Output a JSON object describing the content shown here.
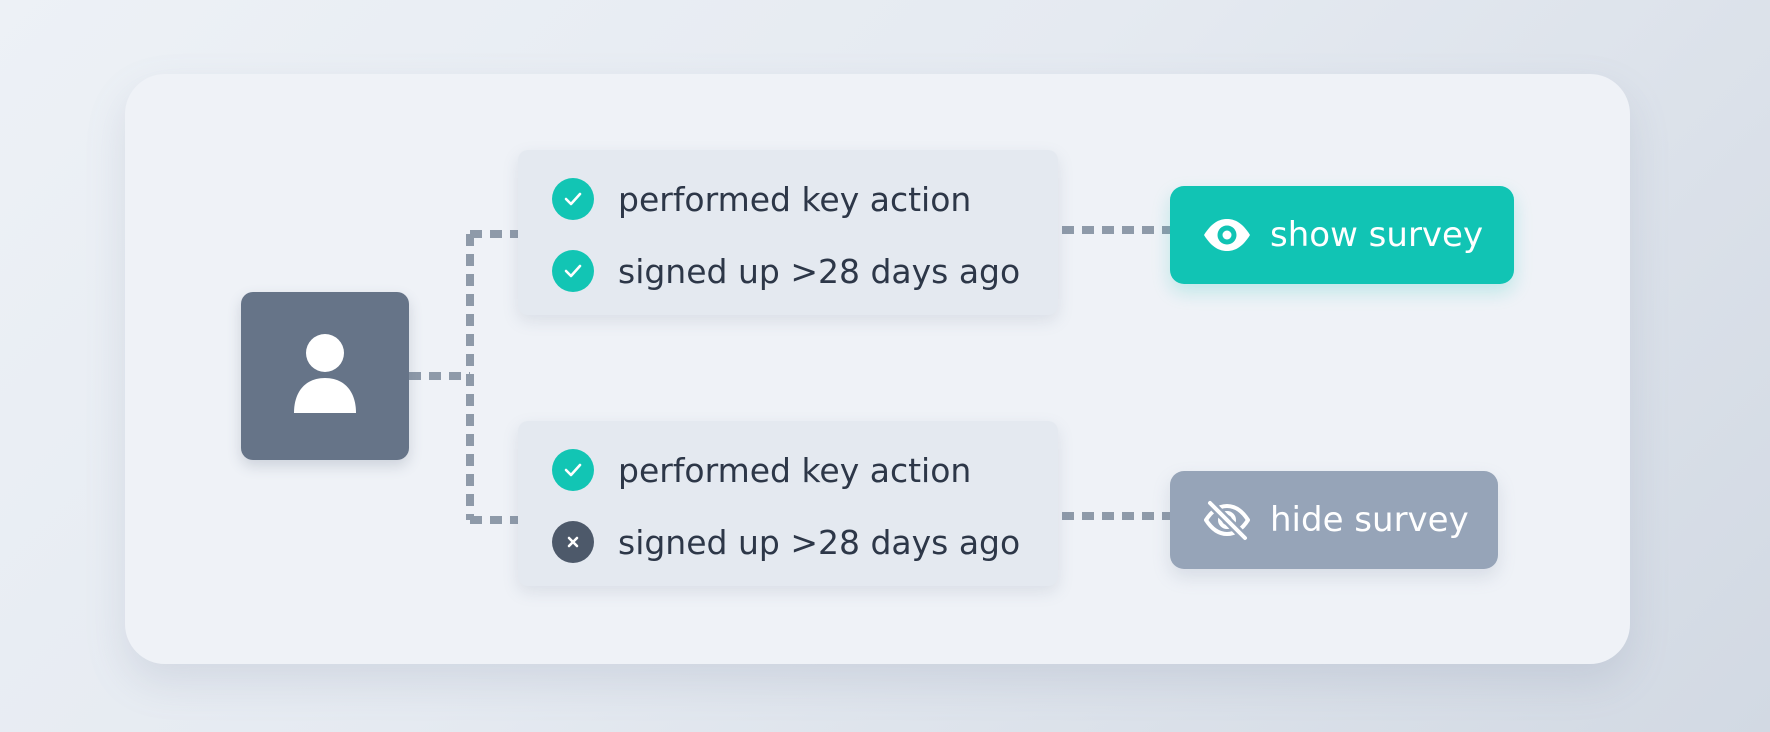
{
  "colors": {
    "accent": "#11c4b4",
    "muted": "#96a4b8",
    "avatar": "#667488",
    "fail": "#4d596a",
    "connector": "#8e9aa9",
    "text": "#2d3748"
  },
  "user": {
    "icon": "user-icon"
  },
  "branches": [
    {
      "conditions": [
        {
          "label": "performed key action",
          "status": "check",
          "icon": "check-icon"
        },
        {
          "label": "signed up >28 days ago",
          "status": "check",
          "icon": "check-icon"
        }
      ],
      "action": {
        "label": "show survey",
        "icon": "eye-icon"
      }
    },
    {
      "conditions": [
        {
          "label": "performed key action",
          "status": "check",
          "icon": "check-icon"
        },
        {
          "label": "signed up >28 days ago",
          "status": "cross",
          "icon": "cross-icon"
        }
      ],
      "action": {
        "label": "hide survey",
        "icon": "eye-off-icon"
      }
    }
  ]
}
